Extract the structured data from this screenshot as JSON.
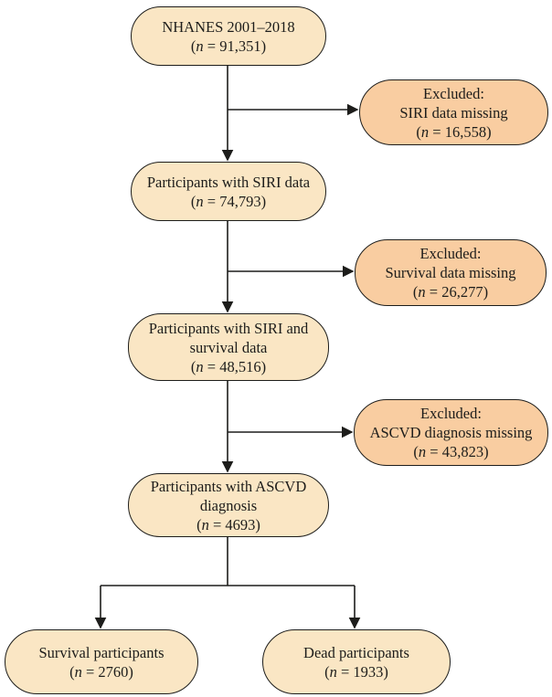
{
  "figure": {
    "type": "participant-flow-diagram",
    "study": "NHANES 2001–2018"
  },
  "colors": {
    "box_fill": "#fae6c4",
    "excluded_fill": "#f9cda1",
    "stroke": "#1d1d1b",
    "background": "#ffffff"
  },
  "nodes": {
    "nhanes": {
      "line1": "NHANES 2001–2018",
      "count_html": "(<i>n</i> = 91,351)"
    },
    "excluded_siri": {
      "line1": "Excluded:",
      "line2": "SIRI data missing",
      "count_html": "(<i>n</i> = 16,558)"
    },
    "siri_data": {
      "line1": "Participants with SIRI data",
      "count_html": "(<i>n</i> = 74,793)"
    },
    "excluded_survival": {
      "line1": "Excluded:",
      "line2": "Survival data missing",
      "count_html": "(<i>n</i> = 26,277)"
    },
    "siri_survival": {
      "line1": "Participants with SIRI and",
      "line2": "survival data",
      "count_html": "(<i>n</i> = 48,516)"
    },
    "excluded_ascvd": {
      "line1": "Excluded:",
      "line2": "ASCVD diagnosis missing",
      "count_html": "(<i>n</i> = 43,823)"
    },
    "ascvd": {
      "line1": "Participants with ASCVD",
      "line2": "diagnosis",
      "count_html": "(<i>n</i> = 4693)"
    },
    "survival": {
      "line1": "Survival participants",
      "count_html": "(<i>n</i> = 2760)"
    },
    "dead": {
      "line1": "Dead participants",
      "count_html": "(<i>n</i> = 1933)"
    }
  }
}
